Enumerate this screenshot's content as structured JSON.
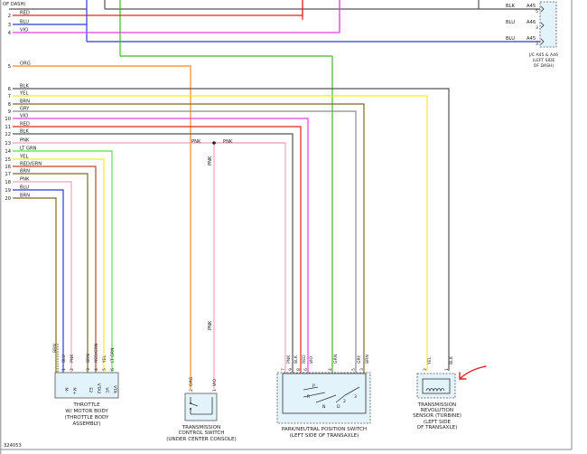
{
  "page_id": "324053",
  "colors": {
    "RED": "#e0261f",
    "BLU": "#2b3ad6",
    "VIO": "#e23fe2",
    "ORG": "#f28c1e",
    "BLK": "#555555",
    "YEL": "#f2ee1c",
    "BRN": "#7f6a1d",
    "GRY": "#8c8c8c",
    "PNK": "#f4a3b8",
    "LT GRN": "#55e04a",
    "RED/GRN": "#c2452a",
    "GRN": "#4bb525",
    "ARROW": "#d82020"
  },
  "top_labels": {
    "of_dash": "OF DASH)"
  },
  "left_wires": [
    {
      "pin": "2",
      "label": "RED",
      "color": "RED"
    },
    {
      "pin": "3",
      "label": "BLU",
      "color": "BLU"
    },
    {
      "pin": "4",
      "label": "VIO",
      "color": "VIO"
    },
    {
      "pin": "5",
      "label": "ORG",
      "color": "ORG"
    },
    {
      "pin": "6",
      "label": "BLK",
      "color": "BLK"
    },
    {
      "pin": "7",
      "label": "YEL",
      "color": "YEL"
    },
    {
      "pin": "8",
      "label": "BRN",
      "color": "BRN"
    },
    {
      "pin": "9",
      "label": "GRY",
      "color": "GRY"
    },
    {
      "pin": "10",
      "label": "VIO",
      "color": "VIO"
    },
    {
      "pin": "11",
      "label": "RED",
      "color": "RED"
    },
    {
      "pin": "12",
      "label": "BLK",
      "color": "BLK"
    },
    {
      "pin": "13",
      "label": "PNK",
      "color": "PNK"
    },
    {
      "pin": "14",
      "label": "LT GRN",
      "color": "LT GRN"
    },
    {
      "pin": "15",
      "label": "YEL",
      "color": "YEL"
    },
    {
      "pin": "16",
      "label": "RED/GRN",
      "color": "RED/GRN"
    },
    {
      "pin": "17",
      "label": "BRN",
      "color": "BRN"
    },
    {
      "pin": "18",
      "label": "PNK",
      "color": "PNK"
    },
    {
      "pin": "19",
      "label": "BLU",
      "color": "BLU"
    },
    {
      "pin": "20",
      "label": "BRN",
      "color": "BRN"
    }
  ],
  "jc": {
    "rows": [
      {
        "color_label": "BLK",
        "conn": "A45",
        "pin": "5",
        "color": "BLK"
      },
      {
        "color_label": "BLU",
        "conn": "A46",
        "pin": "3",
        "color": "BLU"
      },
      {
        "color_label": "BLU",
        "conn": "A45",
        "pin": "3",
        "color": "BLU"
      }
    ],
    "caption": [
      "J/C A45 & A46",
      "(LEFT SIDE",
      "OF DASH)"
    ]
  },
  "throttle": {
    "pins": [
      {
        "num": "1",
        "label": "BLU"
      },
      {
        "num": "2",
        "label": "PNK"
      },
      {
        "num": "3",
        "label": "BRN"
      },
      {
        "num": "4",
        "label": "RED/GRN"
      },
      {
        "num": "5",
        "label": "YEL"
      },
      {
        "num": "6",
        "label": "LT GRN"
      }
    ],
    "terms": [
      "M-",
      "M+",
      "E2",
      "VTA2",
      "VC",
      "VTA"
    ],
    "brn_label": "BRN",
    "caption": [
      "THROTTLE",
      "W/ MOTOR BODY",
      "(THROTTLE BODY",
      "ASSEMBLY)"
    ]
  },
  "tcs": {
    "pins": [
      {
        "num": "2",
        "label": "ORG"
      },
      {
        "num": "1",
        "label": "VIO"
      }
    ],
    "caption": [
      "TRANSMISSION",
      "CONTROL SWITCH",
      "(UNDER CENTER CONSOLE)"
    ]
  },
  "pnk_labels": {
    "h1": "PNK",
    "h2": "PNK",
    "v1": "PNK",
    "v2": "PNK"
  },
  "pnp": {
    "pins": [
      {
        "num": "7",
        "label": "PNK"
      },
      {
        "num": "9",
        "label": "BLK"
      },
      {
        "num": "8",
        "label": "RED"
      },
      {
        "num": "6",
        "label": "VIO"
      },
      {
        "num": "4",
        "label": "GRN"
      },
      {
        "num": "5",
        "label": "GRY"
      },
      {
        "num": "3",
        "label": "BRN"
      }
    ],
    "gears": {
      "p": "P",
      "r": "R",
      "n": "N",
      "d": "D",
      "two": "2",
      "three": "3"
    },
    "caption": [
      "PARK/NEUTRAL POSITION SWITCH",
      "(LEFT SIDE OF TRANSAXLE)"
    ]
  },
  "trs": {
    "pins": [
      {
        "num": "2",
        "label": "YEL"
      },
      {
        "num": "1",
        "label": "BLK"
      }
    ],
    "caption": [
      "TRANSMISSION",
      "REVOLUTION",
      "SENSOR (TURBINE)",
      "(LEFT SIDE",
      "OF TRANSAXLE)"
    ]
  }
}
